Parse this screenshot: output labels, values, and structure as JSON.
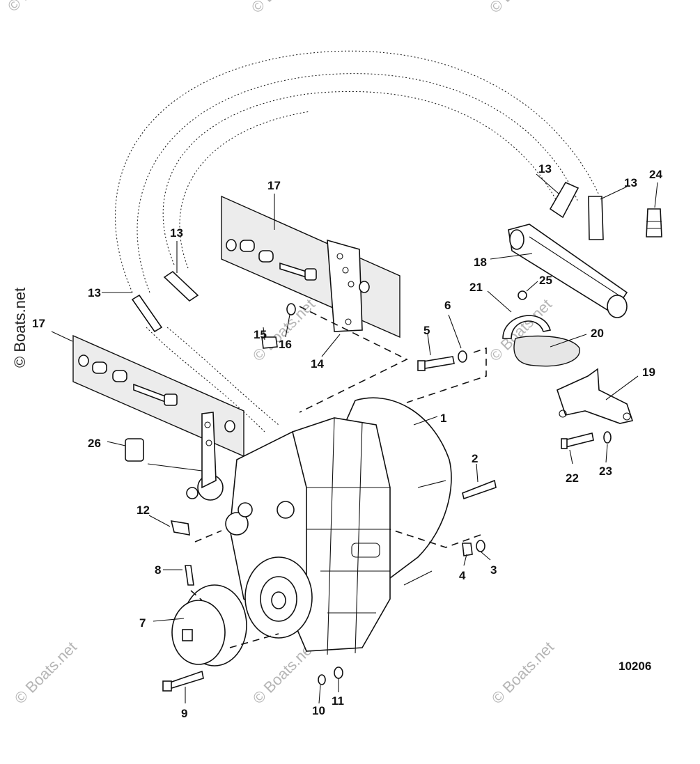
{
  "figure_id": "10206",
  "watermark_text": "© Boats.net",
  "callouts": [
    {
      "id": "c1",
      "label": "1"
    },
    {
      "id": "c2",
      "label": "2"
    },
    {
      "id": "c3",
      "label": "3"
    },
    {
      "id": "c4",
      "label": "4"
    },
    {
      "id": "c5",
      "label": "5"
    },
    {
      "id": "c6",
      "label": "6"
    },
    {
      "id": "c7",
      "label": "7"
    },
    {
      "id": "c8",
      "label": "8"
    },
    {
      "id": "c9",
      "label": "9"
    },
    {
      "id": "c10",
      "label": "10"
    },
    {
      "id": "c11",
      "label": "11"
    },
    {
      "id": "c12",
      "label": "12"
    },
    {
      "id": "c13a",
      "label": "13"
    },
    {
      "id": "c13b",
      "label": "13"
    },
    {
      "id": "c13c",
      "label": "13"
    },
    {
      "id": "c13d",
      "label": "13"
    },
    {
      "id": "c14",
      "label": "14"
    },
    {
      "id": "c15",
      "label": "15"
    },
    {
      "id": "c16",
      "label": "16"
    },
    {
      "id": "c17a",
      "label": "17"
    },
    {
      "id": "c17b",
      "label": "17"
    },
    {
      "id": "c18",
      "label": "18"
    },
    {
      "id": "c19",
      "label": "19"
    },
    {
      "id": "c20",
      "label": "20"
    },
    {
      "id": "c21",
      "label": "21"
    },
    {
      "id": "c22",
      "label": "22"
    },
    {
      "id": "c23",
      "label": "23"
    },
    {
      "id": "c24",
      "label": "24"
    },
    {
      "id": "c25",
      "label": "25"
    },
    {
      "id": "c26",
      "label": "26"
    }
  ]
}
